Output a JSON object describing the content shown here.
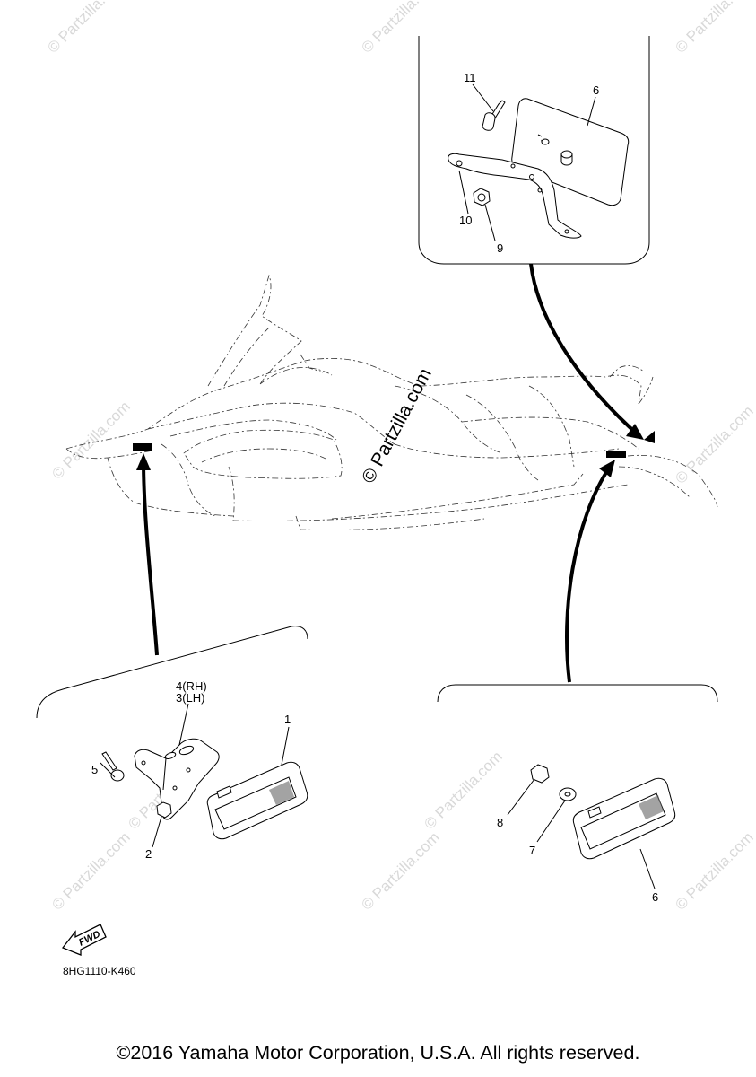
{
  "watermark": {
    "text": "© Partzilla.com"
  },
  "callouts": {
    "top": {
      "p11": "11",
      "p6": "6",
      "p10": "10",
      "p9": "9"
    },
    "left": {
      "p4": "4(RH)",
      "p3": "3(LH)",
      "p1": "1",
      "p5": "5",
      "p2": "2"
    },
    "right": {
      "p8": "8",
      "p7": "7",
      "p6": "6"
    }
  },
  "fwd_label": "FWD",
  "diagram_code": "8HG1110-K460",
  "copyright": "©2016 Yamaha Motor Corporation, U.S.A. All rights reserved."
}
